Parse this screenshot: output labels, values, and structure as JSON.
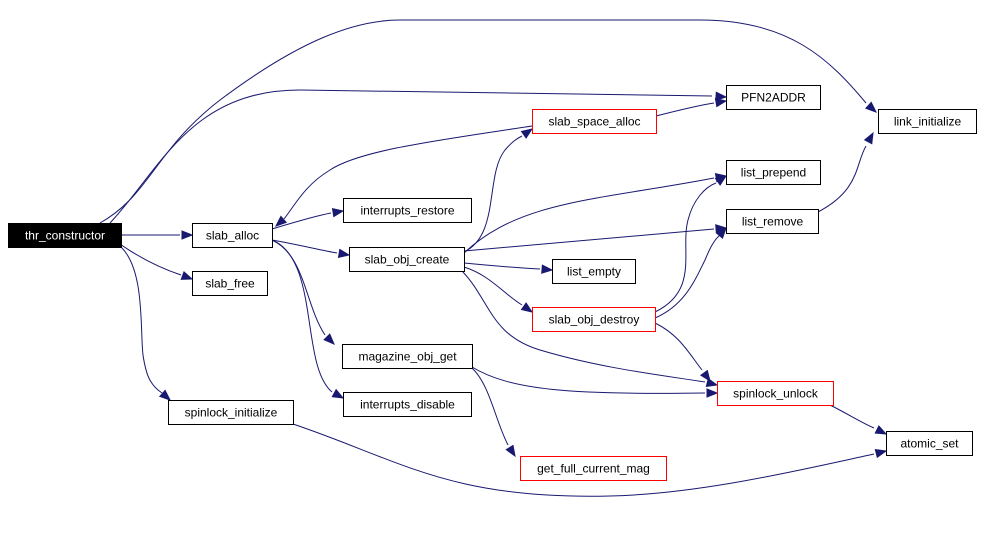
{
  "diagram": {
    "type": "call-graph",
    "edge_color": "#191970",
    "link_border_color": "#ff0000",
    "root_fill_color": "#000000",
    "nodes": [
      {
        "id": "thr_constructor",
        "label": "thr_constructor",
        "style": "root"
      },
      {
        "id": "slab_alloc",
        "label": "slab_alloc",
        "style": "normal"
      },
      {
        "id": "slab_free",
        "label": "slab_free",
        "style": "normal"
      },
      {
        "id": "spinlock_initialize",
        "label": "spinlock_initialize",
        "style": "normal"
      },
      {
        "id": "interrupts_restore",
        "label": "interrupts_restore",
        "style": "normal"
      },
      {
        "id": "slab_obj_create",
        "label": "slab_obj_create",
        "style": "normal"
      },
      {
        "id": "magazine_obj_get",
        "label": "magazine_obj_get",
        "style": "normal"
      },
      {
        "id": "interrupts_disable",
        "label": "interrupts_disable",
        "style": "normal"
      },
      {
        "id": "slab_space_alloc",
        "label": "slab_space_alloc",
        "style": "red"
      },
      {
        "id": "list_empty",
        "label": "list_empty",
        "style": "normal"
      },
      {
        "id": "slab_obj_destroy",
        "label": "slab_obj_destroy",
        "style": "red"
      },
      {
        "id": "get_full_current_mag",
        "label": "get_full_current_mag",
        "style": "red"
      },
      {
        "id": "PFN2ADDR",
        "label": "PFN2ADDR",
        "style": "normal"
      },
      {
        "id": "list_prepend",
        "label": "list_prepend",
        "style": "normal"
      },
      {
        "id": "list_remove",
        "label": "list_remove",
        "style": "normal"
      },
      {
        "id": "spinlock_unlock",
        "label": "spinlock_unlock",
        "style": "red"
      },
      {
        "id": "link_initialize",
        "label": "link_initialize",
        "style": "normal"
      },
      {
        "id": "atomic_set",
        "label": "atomic_set",
        "style": "normal"
      }
    ],
    "edges": [
      {
        "from": "thr_constructor",
        "to": "link_initialize"
      },
      {
        "from": "thr_constructor",
        "to": "PFN2ADDR"
      },
      {
        "from": "thr_constructor",
        "to": "slab_alloc"
      },
      {
        "from": "thr_constructor",
        "to": "slab_free"
      },
      {
        "from": "thr_constructor",
        "to": "spinlock_initialize"
      },
      {
        "from": "slab_alloc",
        "to": "interrupts_restore"
      },
      {
        "from": "slab_alloc",
        "to": "slab_obj_create"
      },
      {
        "from": "slab_alloc",
        "to": "magazine_obj_get"
      },
      {
        "from": "slab_alloc",
        "to": "interrupts_disable"
      },
      {
        "from": "slab_space_alloc",
        "to": "slab_alloc"
      },
      {
        "from": "slab_space_alloc",
        "to": "PFN2ADDR"
      },
      {
        "from": "slab_obj_create",
        "to": "slab_space_alloc"
      },
      {
        "from": "slab_obj_create",
        "to": "list_prepend"
      },
      {
        "from": "slab_obj_create",
        "to": "list_remove"
      },
      {
        "from": "slab_obj_create",
        "to": "list_empty"
      },
      {
        "from": "slab_obj_create",
        "to": "slab_obj_destroy"
      },
      {
        "from": "slab_obj_create",
        "to": "spinlock_unlock"
      },
      {
        "from": "slab_obj_destroy",
        "to": "list_prepend"
      },
      {
        "from": "slab_obj_destroy",
        "to": "list_remove"
      },
      {
        "from": "slab_obj_destroy",
        "to": "spinlock_unlock"
      },
      {
        "from": "magazine_obj_get",
        "to": "spinlock_unlock"
      },
      {
        "from": "magazine_obj_get",
        "to": "get_full_current_mag"
      },
      {
        "from": "list_remove",
        "to": "link_initialize"
      },
      {
        "from": "spinlock_unlock",
        "to": "atomic_set"
      },
      {
        "from": "spinlock_initialize",
        "to": "atomic_set"
      }
    ]
  }
}
